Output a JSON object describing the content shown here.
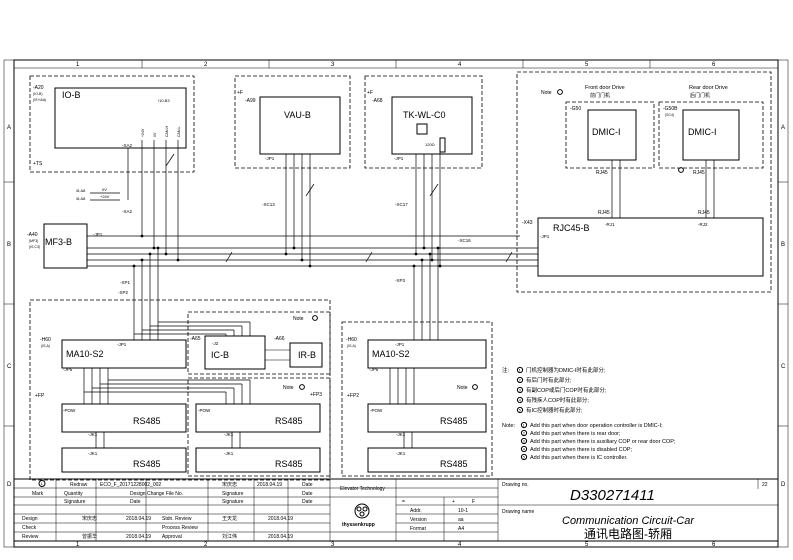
{
  "border": {
    "cols": [
      "1",
      "2",
      "3",
      "4",
      "5",
      "6"
    ],
    "rows": [
      "A",
      "B",
      "C",
      "D"
    ]
  },
  "blocks": {
    "io_b": {
      "tag": "-A20",
      "sub1": "(IO-B)",
      "sub2": "(IS+IAA)",
      "name": "IO-B",
      "pin_note": "/10,B3",
      "pins": [
        "+24V",
        "0V",
        "CAN-H",
        "CAN-L"
      ],
      "side": "+TS",
      "xa2": "-XA2"
    },
    "vau_b": {
      "tag": "+F",
      "ref": "-A99",
      "name": "VAU-B",
      "jp1": "-JP1",
      "xc13": "-XC13"
    },
    "tk_wl": {
      "tag": "+F",
      "ref": "-A68",
      "name": "TK-WL-C0",
      "jp1": "-JP1",
      "xc17": "-XC17",
      "r": "120Ω"
    },
    "mf3": {
      "tag": "-A40",
      "sub1": "(MF3)",
      "sub2": "(IS,C3)",
      "name": "MF3-B",
      "jp1": "-JP1",
      "xp1": "-XP1",
      "xa2": "-XA2"
    },
    "supply": {
      "l1": "/8,A8",
      "l2": "/8,A8",
      "v1": "0V",
      "v2": "+24V"
    },
    "drive_front": {
      "title": "Front door Drive",
      "title_cn": "前门门机",
      "ref": "-G50",
      "name": "DMIC-I",
      "rj": "RJ45"
    },
    "drive_rear": {
      "title": "Rear door Drive",
      "title_cn": "后门门机",
      "ref": "-G50B",
      "sub": "(SC4)",
      "name": "DMIC-I",
      "rj": "RJ45"
    },
    "rjc": {
      "ref": "-X43",
      "name": "RJC45-B",
      "jp1": "-JP1",
      "rj1": "-RJ1",
      "rj2": "-RJ2",
      "rj45": "RJ45",
      "xc16": "-XC16",
      "xp3": "-XP3"
    },
    "ma10_left": {
      "tag": "-H60",
      "sub": "(IS,A)",
      "name": "MA10-S2",
      "jp1": "-JP1",
      "jp5": "-JP5",
      "fp": "+FP"
    },
    "ma10_right": {
      "tag": "-H60",
      "sub": "(IS,A)",
      "name": "MA10-S2",
      "jp1": "-JP1",
      "jp5": "-JP5",
      "fp": "+FP2"
    },
    "ic_b": {
      "ref": "-A65",
      "name": "IC-B",
      "j2": "-J2"
    },
    "ir_b": {
      "ref": "-A66",
      "name": "IR-B"
    },
    "rs485": {
      "name": "RS485",
      "pow": "-POW",
      "jk1": "-JK1",
      "fp3": "+FP3"
    },
    "notes_label": "Note",
    "note_nums": [
      "1",
      "2",
      "3",
      "4",
      "5"
    ],
    "xp2": "-XP2"
  },
  "notes_cn": {
    "head": "注:",
    "items": [
      "门机控制器为DMIC-I时有此部分;",
      "有后门时有此部分;",
      "有副COP或后门COP时有此部分;",
      "有残疾人COP时有此部分;",
      "有IC控制器时有此部分;"
    ]
  },
  "notes_en": {
    "head": "Note:",
    "items": [
      "Add this part when door operation controller is DMIC-I;",
      "Add this part when there is rear door;",
      "Add this part when there is auxiliary COP or rear door COP;",
      "Add this part when there is disabled COP;",
      "Add this part when there is IC controller."
    ]
  },
  "titleblock": {
    "rev_headers": [
      "Redraw",
      "ECO_F_20171228002_002",
      "宋庆忠",
      "2018.04.19",
      "Date"
    ],
    "row2": [
      "Mark",
      "Quantity",
      "Design Change File No.",
      "Signature",
      "Date"
    ],
    "row3": [
      "",
      "Signature",
      "Date",
      "Signature",
      "Date"
    ],
    "design": [
      "Design",
      "宋庆忠",
      "2018.04.19",
      "Stdn. Review",
      "王天龙",
      "2018.04.19"
    ],
    "check": [
      "Check",
      "",
      "",
      "Process Review",
      "",
      ""
    ],
    "review": [
      "Review",
      "曾振华",
      "2018.04.19",
      "Approval",
      "刘江伟",
      "2018.04.19"
    ],
    "company": "Elevator Technology",
    "logo_text": "thyssenkrupp",
    "mid_top": [
      "=",
      "+",
      "F"
    ],
    "addr": [
      "Addr.",
      "10-1"
    ],
    "version": [
      "Version",
      "aa"
    ],
    "format": [
      "Format",
      "A4"
    ],
    "drawing_no_label": "Drawing no.",
    "drawing_no": "D330271411",
    "sheet": "22",
    "drawing_name_label": "Drawing name",
    "name_en": "Communication Circuit-Car",
    "name_cn": "通讯电路图-轿厢"
  }
}
